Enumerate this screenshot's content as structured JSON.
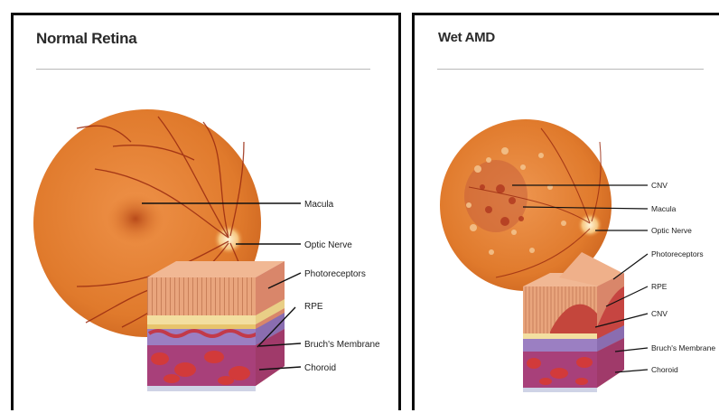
{
  "panels": {
    "normal": {
      "title": "Normal Retina",
      "labels": {
        "macula": "Macula",
        "optic_nerve": "Optic Nerve",
        "photoreceptors": "Photoreceptors",
        "rpe": "RPE",
        "bruchs": "Bruch's Membrane",
        "choroid": "Choroid"
      }
    },
    "wet": {
      "title": "Wet AMD",
      "labels": {
        "cnv_top": "CNV",
        "macula": "Macula",
        "optic_nerve": "Optic Nerve",
        "photoreceptors": "Photoreceptors",
        "rpe": "RPE",
        "cnv_bottom": "CNV",
        "bruchs": "Bruch's Membrane",
        "choroid": "Choroid"
      }
    }
  },
  "colors": {
    "retina": "#e07a2c",
    "retina_dark": "#c4551a",
    "vessel": "#9a2a10",
    "photoreceptor_layer": "#e8a27a",
    "rpe_layer": "#f3dfa0",
    "bruchs_layer": "#9b7fc2",
    "choroid_layer": "#c23a4a",
    "border": "#0b0b0b"
  }
}
